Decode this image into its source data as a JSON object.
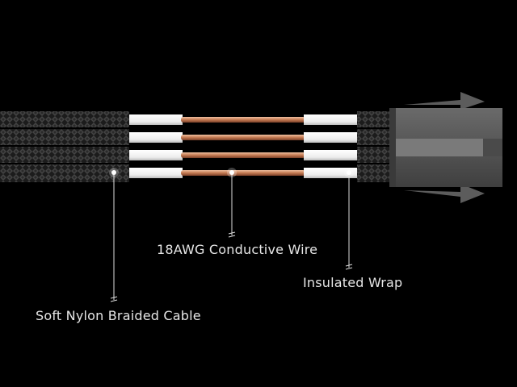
{
  "labels": {
    "conductive_wire": "18AWG Conductive Wire",
    "insulated_wrap": "Insulated Wrap",
    "braided_cable": "Soft Nylon Braided Cable"
  },
  "colors": {
    "background": "#000000",
    "braid": "#3a3a3a",
    "insulation": "#f2f2f2",
    "copper": "#c9805a",
    "connector": "#5a5a5a",
    "leader": "#dcdcdc"
  },
  "wire_count": 4
}
